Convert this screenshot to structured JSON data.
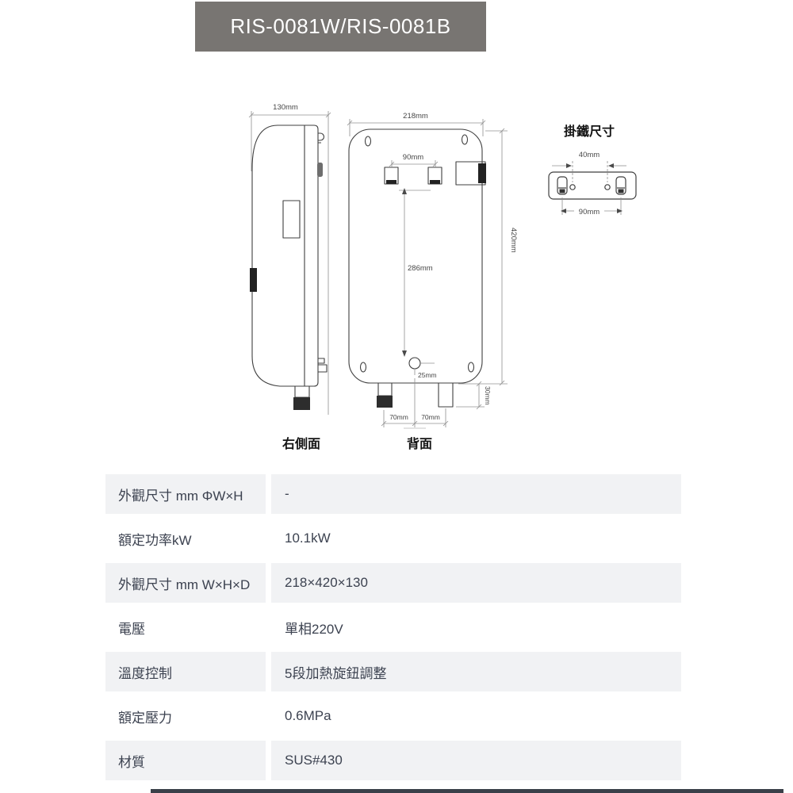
{
  "header": {
    "model": "RIS-0081W/RIS-0081B",
    "bg_color": "#787572",
    "text_color": "#ffffff"
  },
  "diagram": {
    "side_view": {
      "label": "右側面",
      "dim_width": "130mm"
    },
    "back_view": {
      "label": "背面",
      "dim_width": "218mm",
      "dim_height": "420mm",
      "dim_knockout_spacing": "90mm",
      "dim_inlet_height": "286mm",
      "dim_inlet_offset": "25mm",
      "dim_pipe_left": "70mm",
      "dim_pipe_right": "70mm",
      "dim_pipe_protrusion": "30mm"
    },
    "bracket": {
      "title": "掛鐵尺寸",
      "dim_hole_spacing": "40mm",
      "dim_slot_spacing": "90mm"
    }
  },
  "spec_table": {
    "row_shaded_color": "#f1f2f4",
    "text_color": "#3c4250",
    "rows": [
      {
        "label": "外觀尺寸 mm ΦW×H",
        "value": "-"
      },
      {
        "label": "額定功率kW",
        "value": "10.1kW"
      },
      {
        "label": "外觀尺寸 mm W×H×D",
        "value": "218×420×130"
      },
      {
        "label": "電壓",
        "value": "單相220V"
      },
      {
        "label": "溫度控制",
        "value": "5段加熱旋鈕調整"
      },
      {
        "label": "額定壓力",
        "value": "0.6MPa"
      },
      {
        "label": "材質",
        "value": "SUS#430"
      }
    ]
  }
}
